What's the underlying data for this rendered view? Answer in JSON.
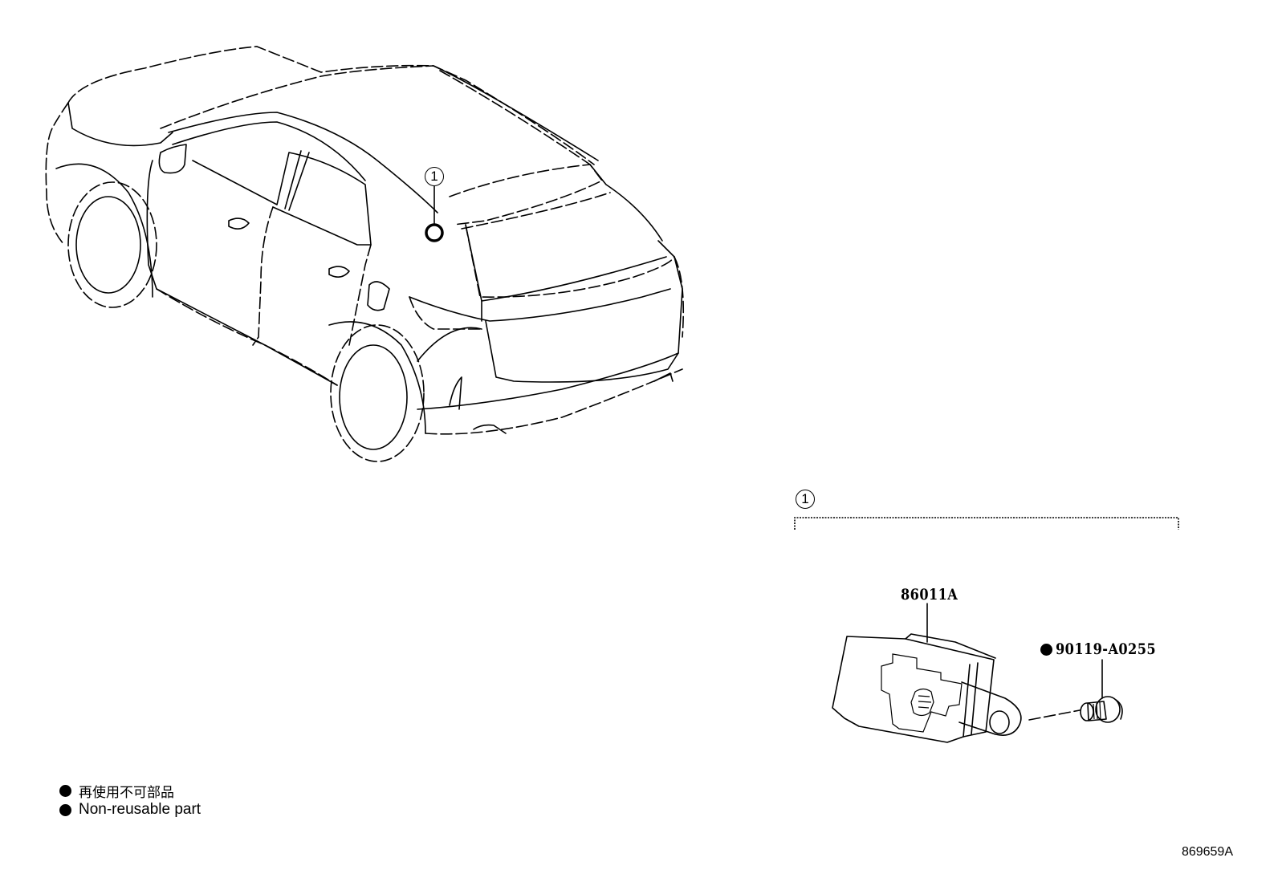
{
  "diagram": {
    "vehicle_view": {
      "callout_number": "1",
      "marker": "location-circle"
    },
    "detail_group": {
      "callout_number": "1",
      "parts": [
        {
          "part_number": "86011A",
          "description_icon": "module-bracket"
        },
        {
          "part_number": "90119-A0255",
          "non_reusable": true,
          "description_icon": "bolt"
        }
      ]
    },
    "legend": {
      "items": [
        {
          "symbol": "filled-dot",
          "label": "再使用不可部品"
        },
        {
          "symbol": "filled-dot",
          "label": "Non-reusable part"
        }
      ]
    },
    "diagram_code": "869659A"
  },
  "colors": {
    "line": "#000000",
    "background": "#ffffff"
  }
}
